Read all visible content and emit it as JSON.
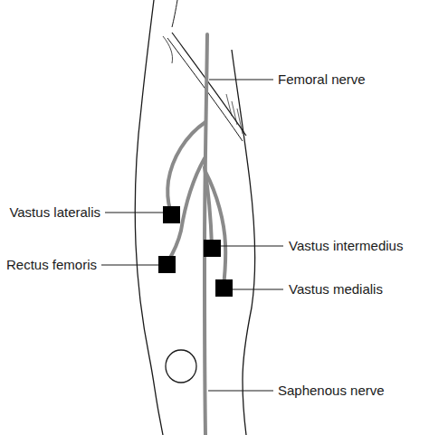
{
  "diagram": {
    "labels": [
      "Femoral nerve",
      "Vastus lateralis",
      "Rectus femoris",
      "Vastus intermedius",
      "Vastus medialis",
      "Saphenous nerve"
    ]
  }
}
